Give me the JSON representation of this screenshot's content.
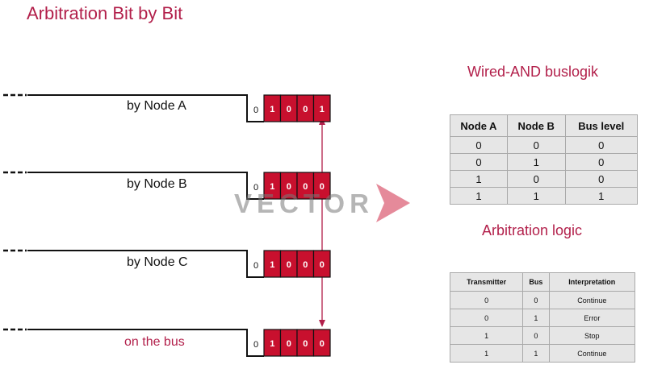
{
  "title": "Arbitration Bit by Bit",
  "nodes": [
    {
      "label": "by Node A",
      "first_bit": "0",
      "bits": [
        "1",
        "0",
        "0",
        "1"
      ]
    },
    {
      "label": "by Node B",
      "first_bit": "0",
      "bits": [
        "1",
        "0",
        "0",
        "0"
      ]
    },
    {
      "label": "by Node C",
      "first_bit": "0",
      "bits": [
        "1",
        "0",
        "0",
        "0"
      ]
    },
    {
      "label": "on the bus",
      "first_bit": "0",
      "bits": [
        "1",
        "0",
        "0",
        "0"
      ]
    }
  ],
  "wired_and": {
    "title": "Wired-AND  buslogik",
    "headers": [
      "Node A",
      "Node B",
      "Bus level"
    ],
    "rows": [
      [
        "0",
        "0",
        "0"
      ],
      [
        "0",
        "1",
        "0"
      ],
      [
        "1",
        "0",
        "0"
      ],
      [
        "1",
        "1",
        "1"
      ]
    ]
  },
  "arbitration": {
    "title": "Arbitration logic",
    "headers": [
      "Transmitter",
      "Bus",
      "Interpretation"
    ],
    "rows": [
      [
        "0",
        "0",
        "Continue"
      ],
      [
        "0",
        "1",
        "Error"
      ],
      [
        "1",
        "0",
        "Stop"
      ],
      [
        "1",
        "1",
        "Continue"
      ]
    ]
  },
  "watermark": "VECTOR",
  "colors": {
    "accent": "#b21f4a",
    "bit_fill": "#c8102e",
    "watermark_arrow": "#e58a9a",
    "table_bg": "#e6e6e6"
  }
}
